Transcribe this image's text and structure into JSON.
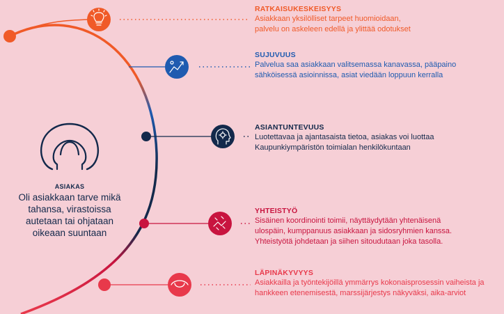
{
  "customer": {
    "label": "ASIAKAS",
    "lines": [
      "Oli asiakkaan tarve mikä",
      "tahansa, virastoissa",
      "autetaan tai ohjataan",
      "oikeaan suuntaan"
    ]
  },
  "colors": {
    "background": "#f6cfd6",
    "navy": "#13294b",
    "blue": "#1f5bb0",
    "orange": "#f05a28",
    "crimson": "#c8143f",
    "red": "#e8394b"
  },
  "items": [
    {
      "id": "ratkaisukeskeisyys",
      "icon": "lightbulb-icon",
      "color": "#f05a28",
      "title": "RATKAISUKESKEISYYS",
      "lines": [
        "Asiakkaan yksilölliset tarpeet huomioidaan,",
        "palvelu on askeleen edellä ja ylittää odotukset"
      ]
    },
    {
      "id": "sujuvuus",
      "icon": "trend-chart-icon",
      "color": "#1f5bb0",
      "title": "SUJUVUUS",
      "lines": [
        "Palvelua saa asiakkaan valitsemassa kanavassa, pääpaino",
        "sähköisessä asioinnissa, asiat viedään loppuun kerralla"
      ]
    },
    {
      "id": "asiantuntevuus",
      "icon": "head-gear-icon",
      "color": "#13294b",
      "title": "ASIANTUNTEVUUS",
      "lines": [
        "Luotettavaa ja ajantasaista tietoa, asiakas voi luottaa",
        "Kaupunkiympäristön toimialan henkilökuntaan"
      ]
    },
    {
      "id": "yhteistyo",
      "icon": "handshake-icon",
      "color": "#c8143f",
      "title": "YHTEISTYÖ",
      "lines": [
        "Sisäinen koordinointi toimii, näyttäydytään yhtenäisenä",
        "ulospäin, kumppanuus asiakkaan ja sidosryhmien kanssa.",
        "Yhteistyötä johdetaan ja siihen sitoudutaan joka tasolla."
      ]
    },
    {
      "id": "lapinakyvyys",
      "icon": "eye-icon",
      "color": "#e8394b",
      "title": "LÄPINÄKYVYYS",
      "lines": [
        "Asiakkailla ja työntekijöillä ymmärrys kokonaisprosessin vaiheista ja",
        "hankkeen etenemisestä, marssijärjestys näkyväksi, aika-arviot"
      ]
    }
  ]
}
